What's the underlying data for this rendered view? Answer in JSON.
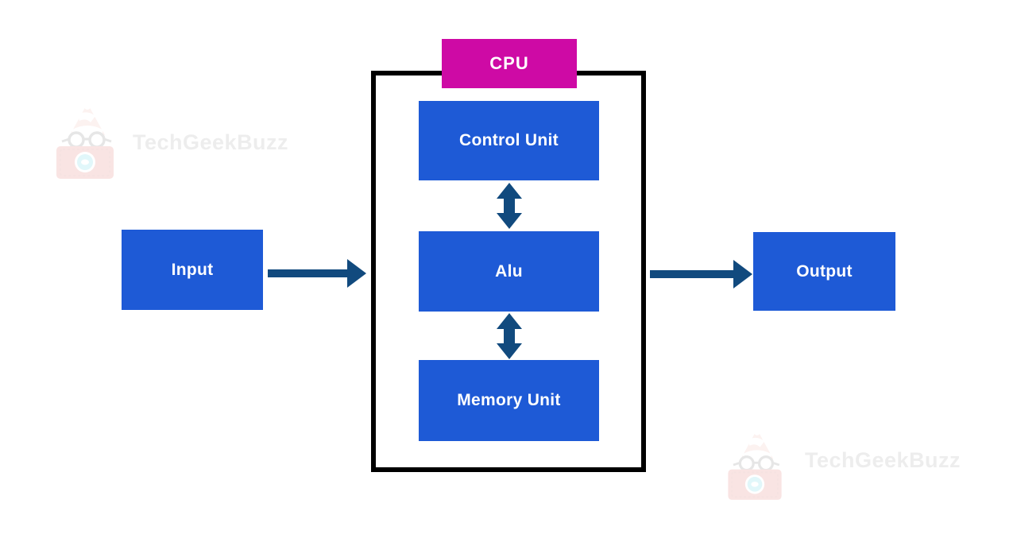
{
  "colors": {
    "box_blue": "#1E5AD6",
    "cpu_magenta": "#CE0AA5",
    "arrow_navy": "#114A7E",
    "container_border": "#000000",
    "watermark_text": "#ECECEC",
    "box_text": "#FFFFFF",
    "page_bg": "#FFFFFF"
  },
  "diagram": {
    "title_label": "CPU",
    "blocks": {
      "control_unit": "Control Unit",
      "alu": "Alu",
      "memory_unit": "Memory Unit",
      "input": "Input",
      "output": "Output"
    },
    "watermark": {
      "brand": "TechGeekBuzz"
    }
  }
}
